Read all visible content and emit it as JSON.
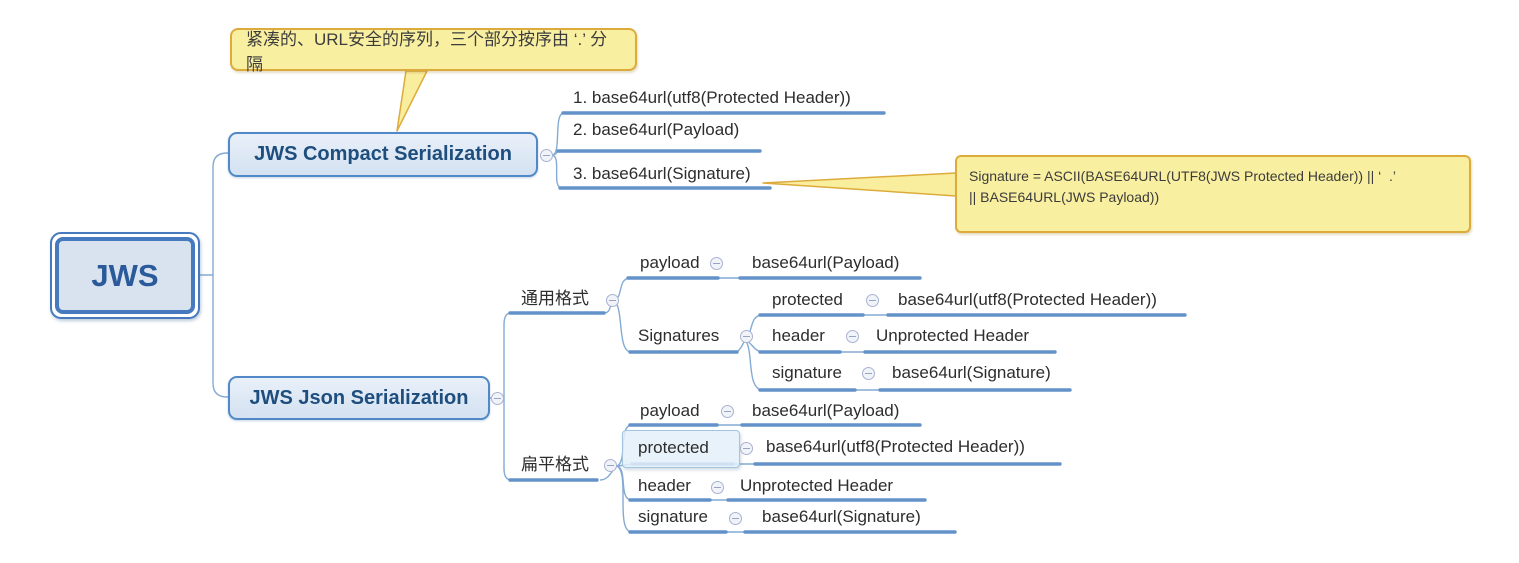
{
  "root": {
    "label": "JWS"
  },
  "callouts": {
    "compact_note": "紧凑的、URL安全的序列，三个部分按序由 ‘.’ 分隔",
    "formula_line1": "Signature = ASCII(BASE64URL(UTF8(JWS Protected Header)) || ‘  .’",
    "formula_line2": "|| BASE64URL(JWS Payload))"
  },
  "compact": {
    "label": "JWS Compact Serialization",
    "items": [
      "1. base64url(utf8(Protected Header))",
      "2. base64url(Payload)",
      "3. base64url(Signature)"
    ]
  },
  "json": {
    "label": "JWS Json Serialization",
    "general": {
      "label": "通用格式",
      "payload": {
        "key": "payload",
        "value": "base64url(Payload)"
      },
      "signatures": {
        "label": "Signatures",
        "protected": {
          "key": "protected",
          "value": "base64url(utf8(Protected Header))"
        },
        "header": {
          "key": "header",
          "value": "Unprotected Header"
        },
        "signature": {
          "key": "signature",
          "value": "base64url(Signature)"
        }
      }
    },
    "flattened": {
      "label": "扁平格式",
      "payload": {
        "key": "payload",
        "value": "base64url(Payload)"
      },
      "protected": {
        "key": "protected",
        "value": "base64url(utf8(Protected Header))"
      },
      "header": {
        "key": "header",
        "value": "Unprotected Header"
      },
      "signature": {
        "key": "signature",
        "value": "base64url(Signature)"
      }
    }
  },
  "colors": {
    "branch_line": "#6292c8",
    "node_border": "#5088c8",
    "callout_bg": "#f9efa0",
    "callout_border": "#ddab3c"
  }
}
